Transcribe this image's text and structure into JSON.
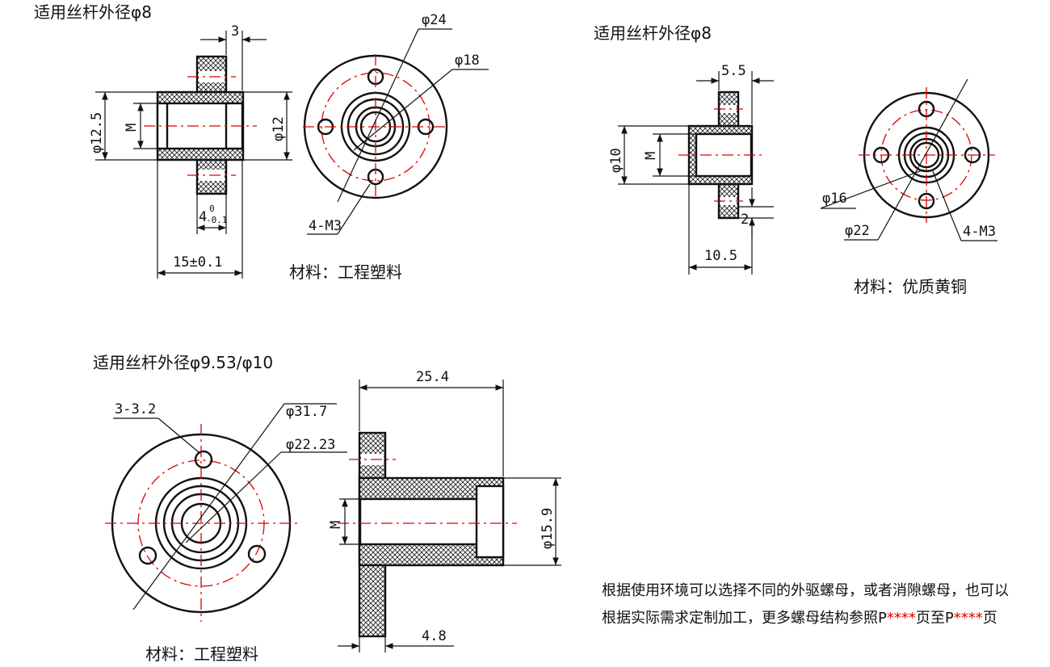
{
  "note": {
    "line1": "根据使用环境可以选择不同的外驱螺母，或者消隙螺母，也可以",
    "line2_a": "根据实际需求定制加工，更多螺母结构参照P",
    "line2_b": "****",
    "line2_c": "页至P",
    "line2_d": "****",
    "line2_e": "页"
  },
  "parts": [
    {
      "title": "适用丝杆外径φ8",
      "material": "材料：工程塑料",
      "dims": {
        "flange_thickness": "3",
        "bore": "φ12.5",
        "body_od": "φ12",
        "thread": "M",
        "tol_base": "4",
        "tol_upper": "0",
        "tol_lower": "-0.1",
        "length": "15±0.1",
        "flange_od": "φ24",
        "pcd": "φ18",
        "holes": "4-M3"
      }
    },
    {
      "title": "适用丝杆外径φ8",
      "material": "材料：优质黄铜",
      "dims": {
        "flange_thickness": "5.5",
        "body_od": "φ10",
        "thread": "M",
        "edge": "2",
        "length": "10.5",
        "pcd": "φ16",
        "flange_od": "φ22",
        "holes": "4-M3"
      }
    },
    {
      "title": "适用丝杆外径φ9.53/φ10",
      "material": "材料：工程塑料",
      "dims": {
        "holes": "3-3.2",
        "flange_od": "φ31.7",
        "pcd": "φ22.23",
        "length": "25.4",
        "thread": "M",
        "body_od": "φ15.9",
        "flange_thickness": "4.8"
      }
    }
  ],
  "colors": {
    "centerline": "#e00000",
    "line": "#111111",
    "background": "#ffffff"
  }
}
